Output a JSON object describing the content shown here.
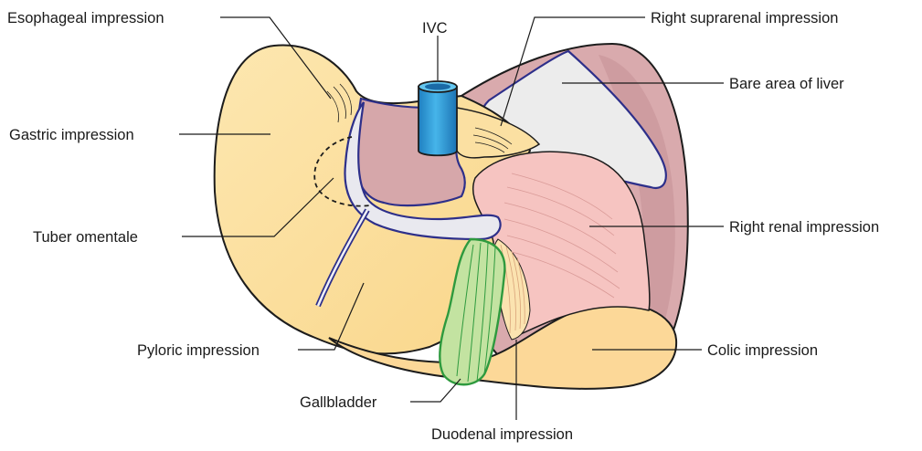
{
  "labels": {
    "esophageal": "Esophageal impression",
    "ivc": "IVC",
    "right_suprarenal": "Right suprarenal impression",
    "bare_area": "Bare area of liver",
    "gastric": "Gastric impression",
    "tuber_omentale": "Tuber omentale",
    "right_renal": "Right renal impression",
    "pyloric": "Pyloric impression",
    "colic": "Colic impression",
    "gallbladder": "Gallbladder",
    "duodenal": "Duodenal impression"
  },
  "colors": {
    "liver_yellow": "#fbdf9c",
    "liver_yellow_light": "#fde9b8",
    "outline_dark": "#1c1c1c",
    "mauve": "#dcaeb0",
    "mauve_dark": "#c99598",
    "renal_pink": "#f5c2bf",
    "bare_white": "#eeeeee",
    "navy_border": "#2d2f8a",
    "ivc_blue": "#2f9fd8",
    "gallbladder_green": "#bfe09a",
    "gallbladder_line": "#2e9a3e"
  }
}
